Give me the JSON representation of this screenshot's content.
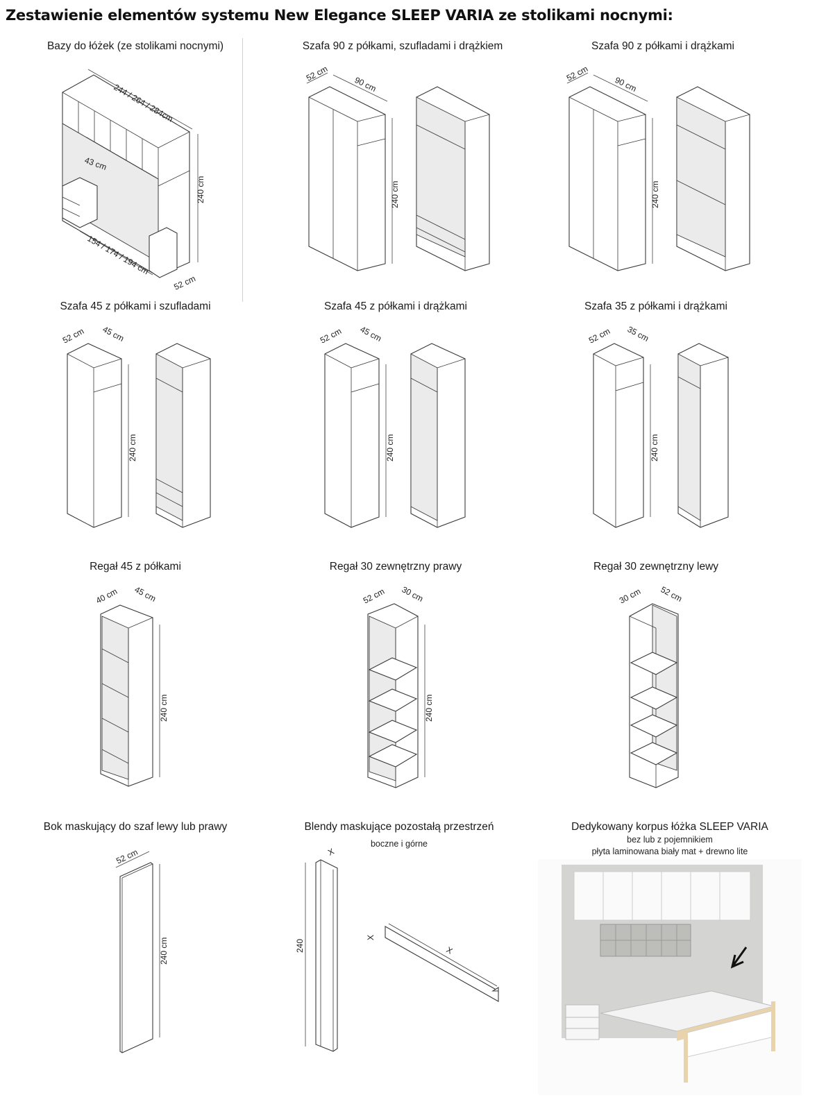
{
  "page": {
    "title": "Zestawienie elementów systemu New Elegance SLEEP VARIA ze stolikami nocnymi:"
  },
  "items": [
    {
      "caption": "Bazy do łóżek (ze stolikami nocnymi)",
      "dims": {
        "width": "244 / 264 / 284cm",
        "inner": "154 / 174 / 194 cm",
        "depth_top": "43 cm",
        "depth": "52 cm",
        "height": "240 cm"
      }
    },
    {
      "caption": "Szafa 90 z półkami, szufladami i drążkiem",
      "dims": {
        "depth": "52 cm",
        "width": "90 cm",
        "height": "240 cm"
      }
    },
    {
      "caption": "Szafa 90 z półkami i drążkami",
      "dims": {
        "depth": "52 cm",
        "width": "90 cm",
        "height": "240 cm"
      }
    },
    {
      "caption": "Szafa 45 z półkami i szufladami",
      "dims": {
        "depth": "52 cm",
        "width": "45 cm",
        "height": "240 cm"
      }
    },
    {
      "caption": "Szafa 45 z półkami i drążkami",
      "dims": {
        "depth": "52 cm",
        "width": "45 cm",
        "height": "240 cm"
      }
    },
    {
      "caption": "Szafa 35 z półkami i drążkami",
      "dims": {
        "depth": "52 cm",
        "width": "35 cm",
        "height": "240 cm"
      }
    },
    {
      "caption": "Regał 45 z półkami",
      "dims": {
        "depth": "40 cm",
        "width": "45 cm",
        "height": "240 cm"
      }
    },
    {
      "caption": "Regał 30 zewnętrzny prawy",
      "dims": {
        "depth": "52 cm",
        "width": "30 cm",
        "height": "240 cm"
      }
    },
    {
      "caption": "Regał 30 zewnętrzny lewy",
      "dims": {
        "depth": "30 cm",
        "width": "52 cm",
        "height": ""
      }
    },
    {
      "caption": "Bok maskujący do szaf lewy lub prawy",
      "dims": {
        "depth": "52 cm",
        "height": "240 cm"
      }
    },
    {
      "caption": "Blendy maskujące pozostałą przestrzeń",
      "subtitle": "boczne i górne",
      "dims": {
        "x": "X",
        "height": "240"
      }
    },
    {
      "caption": "Dedykowany korpus łóżka SLEEP VARIA",
      "subtitle": "bez lub z pojemnikiem",
      "subtitle2": "płyta laminowana biały mat + drewno lite"
    }
  ],
  "colors": {
    "line": "#3a3a3a",
    "shade": "#ebebeb",
    "wood": "#e8d3ac",
    "oak": "#c9c9c6"
  }
}
